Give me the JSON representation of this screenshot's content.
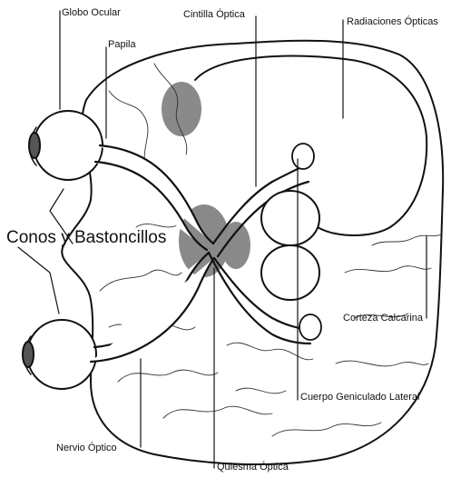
{
  "labels": {
    "globo_ocular": "Globo Ocular",
    "papila": "Papila",
    "cintilla_optica": "Cintilla Óptica",
    "radiaciones_opticas": "Radiaciones Ópticas",
    "conos_y_bastoncillos": "Conos y Bastoncillos",
    "corteza_calcarina": "Corteza Calcarina",
    "cuerpo_geniculado_lateral": "Cuerpo Geniculado Lateral",
    "nervio_optico": "Nervio Óptico",
    "quiasma_optica": "Quiesma Óptica"
  },
  "colors": {
    "ink": "#111111",
    "paper": "#ffffff",
    "shade": "#2a2a2a"
  }
}
